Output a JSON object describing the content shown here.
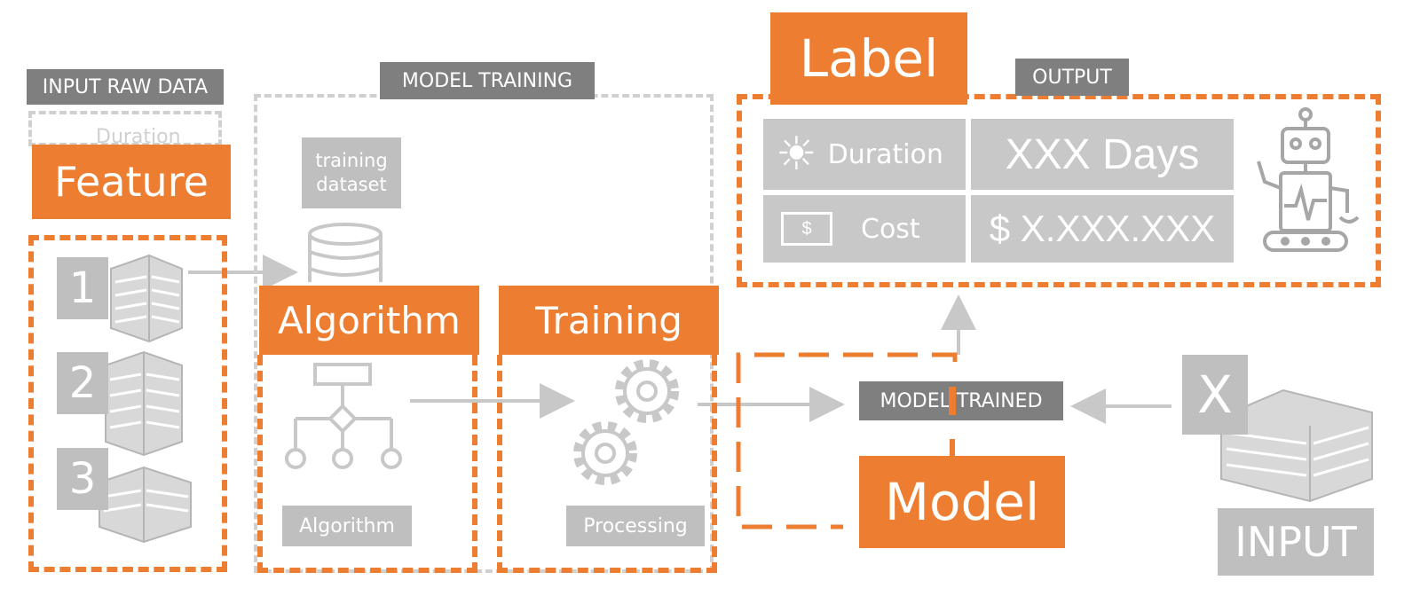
{
  "input_raw_data": {
    "title": "INPUT RAW DATA",
    "peek_label": "Duration"
  },
  "feature": {
    "label": "Feature",
    "items": [
      "1",
      "2",
      "3"
    ]
  },
  "model_training": {
    "title": "MODEL TRAINING",
    "dataset_label_line1": "training",
    "dataset_label_line2": "dataset"
  },
  "algorithm": {
    "header": "Algorithm",
    "caption": "Algorithm"
  },
  "training": {
    "header": "Training",
    "caption": "Processing"
  },
  "model": {
    "tag": "MODEL TRAINED",
    "label": "Model"
  },
  "output": {
    "title": "OUTPUT",
    "label": "Label",
    "rows": [
      {
        "name": "Duration",
        "value": "XXX Days",
        "icon": "sun-icon"
      },
      {
        "name": "Cost",
        "value": "$ X.XXX.XXX",
        "icon": "banknote-icon"
      }
    ]
  },
  "input": {
    "marker": "X",
    "label": "INPUT"
  },
  "colors": {
    "accent": "#ed7d31",
    "tag_gray": "#7f7f7f",
    "light_gray": "#bfbfbf",
    "line_gray": "#c8c8c8"
  }
}
